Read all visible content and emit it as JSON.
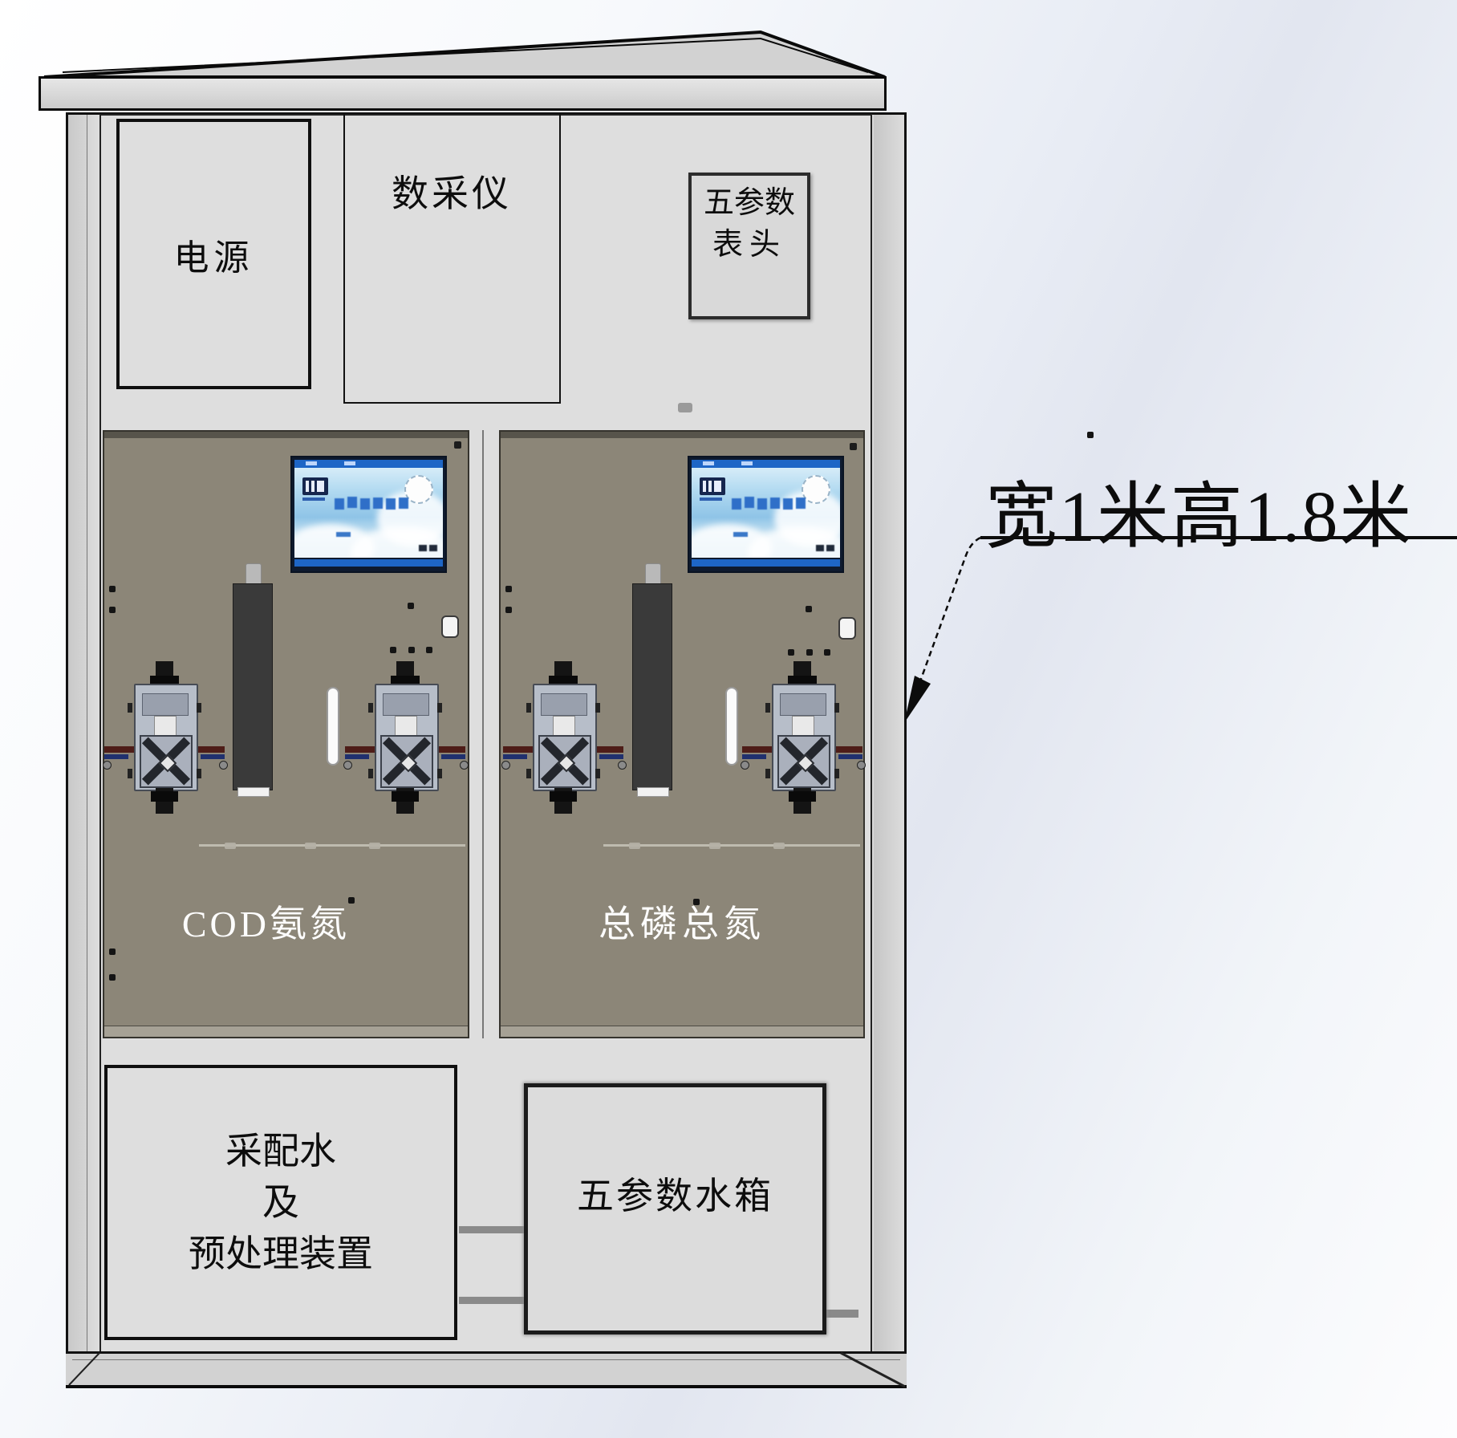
{
  "cabinet": {
    "power_label": "电源",
    "datalogger_label": "数采仪",
    "five_param_head_line1": "五参数",
    "five_param_head_line2": "表头",
    "cod_ammonia_label": "COD氨氮",
    "tp_tn_label": "总磷总氮",
    "pretreat_line1": "采配水",
    "pretreat_line2": "及",
    "pretreat_line3": "预处理装置",
    "five_param_tank_label": "五参数水箱"
  },
  "annotation": {
    "dimension_text": "宽1米高1.8米"
  }
}
